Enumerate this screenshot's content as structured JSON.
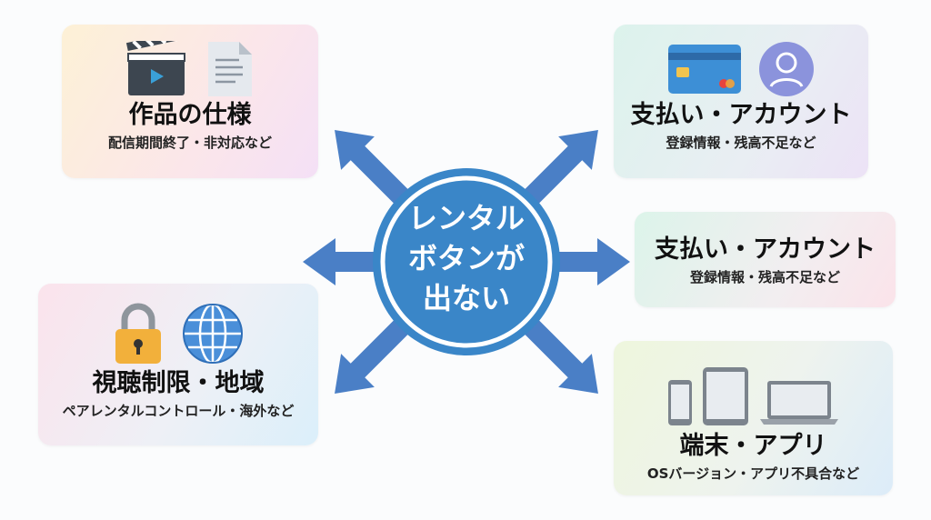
{
  "center": {
    "lines": [
      "レンタル",
      "ボタンが",
      "出ない"
    ]
  },
  "boxes": [
    {
      "title": "作品の仕様",
      "sub": "配信期間終了・非対応など",
      "icons": [
        "clapperboard-icon",
        "document-icon"
      ]
    },
    {
      "title": "支払い・アカウント",
      "sub": "登録情報・残高不足など",
      "icons": [
        "credit-card-icon",
        "user-avatar-icon"
      ]
    },
    {
      "title": "支払い・アカウント",
      "sub": "登録情報・残高不足など",
      "icons": []
    },
    {
      "title": "視聴制限・地域",
      "sub": "ペアレンタルコントロール・海外など",
      "icons": [
        "padlock-icon",
        "globe-icon"
      ]
    },
    {
      "title": "端末・アプリ",
      "sub": "OSバージョン・アプリ不具合など",
      "icons": [
        "smartphone-icon",
        "tablet-icon",
        "laptop-icon"
      ]
    }
  ],
  "colors": {
    "accent": "#3a86c8",
    "arrow": "#4a7fc6"
  }
}
